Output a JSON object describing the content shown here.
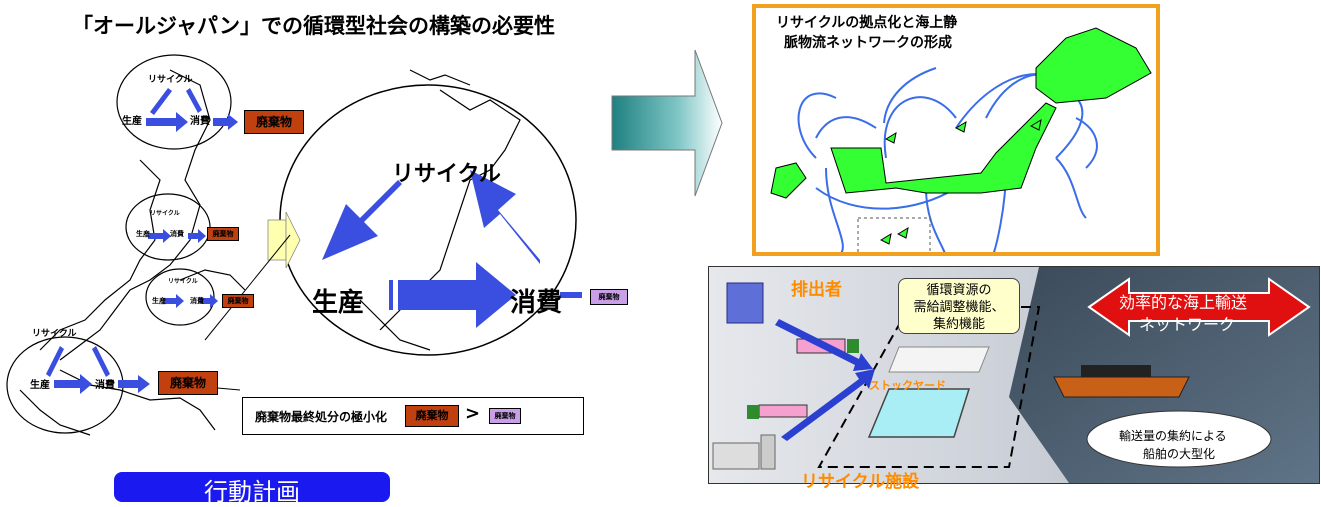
{
  "title": "「オールジャパン」での循環型社会の構築の必要性",
  "cycle_labels": {
    "recycle": "リサイクル",
    "production": "生産",
    "consumption": "消費",
    "waste": "廃棄物"
  },
  "legend": {
    "text": "廃棄物最終処分の極小化",
    "waste": "廃棄物",
    "greater": ">",
    "waste_small": "廃棄物"
  },
  "right_top": {
    "caption_line1": "リサイクルの拠点化と海上静",
    "caption_line2": "脈物流ネットワークの形成"
  },
  "right_bottom": {
    "emitter": "排出者",
    "recycle_facility": "リサイクル施設",
    "stockyard": "ストックヤード",
    "callout_line1": "循環資源の",
    "callout_line2": "需給調整機能、",
    "callout_line3": "集約機能",
    "network_line1": "効率的な海上輸送",
    "network_line2": "ネットワーク",
    "cloud_line1": "輸送量の集約による",
    "cloud_line2": "船舶の大型化"
  },
  "banner": "行動計画",
  "colors": {
    "arrow_blue": "#3a4fe0",
    "waste_red": "#c0400f",
    "waste_purple": "#c9a0e8",
    "japan_green": "#33ff33",
    "frame_orange": "#f2a020",
    "network_red": "#e01010",
    "banner_blue": "#1a1af0"
  }
}
